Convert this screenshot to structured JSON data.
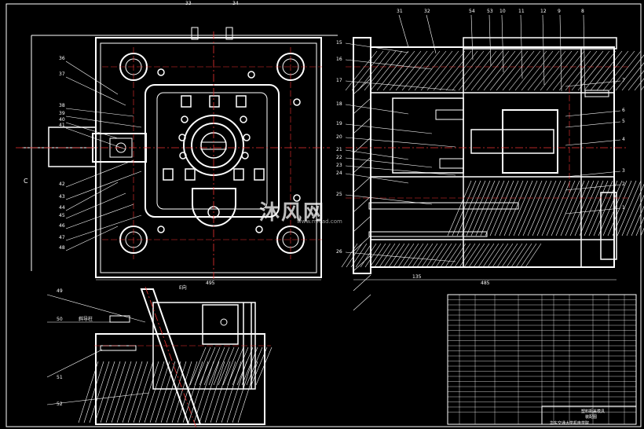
{
  "watermark": {
    "text": "沐风网",
    "url": "www.mfcad.com"
  },
  "callouts_top": [
    "33",
    "34"
  ],
  "callouts_left": [
    "36",
    "37",
    "38",
    "39",
    "40",
    "41",
    "42",
    "43",
    "44",
    "45",
    "46",
    "47",
    "48"
  ],
  "callouts_right_top": [
    "31",
    "32",
    "54",
    "53",
    "10",
    "11",
    "12",
    "9",
    "8"
  ],
  "callouts_right_left": [
    "15",
    "16",
    "17",
    "18",
    "19",
    "20",
    "21",
    "22",
    "23",
    "24",
    "25",
    "26"
  ],
  "callouts_right_side": [
    "7",
    "6",
    "5",
    "4",
    "3",
    "2",
    "1"
  ],
  "callouts_detail": [
    "49",
    "50",
    "51",
    "52"
  ],
  "dimension_labels": {
    "front_width": "495",
    "side_left": "135",
    "side_right": "485",
    "detail_top": "E向",
    "detail_note": "斜导柱",
    "left_edge": "C"
  },
  "title_block": {
    "drawing_name": "塑料瓶盖模具",
    "sub": "装配图",
    "school": "华东交通大学机电学院"
  }
}
